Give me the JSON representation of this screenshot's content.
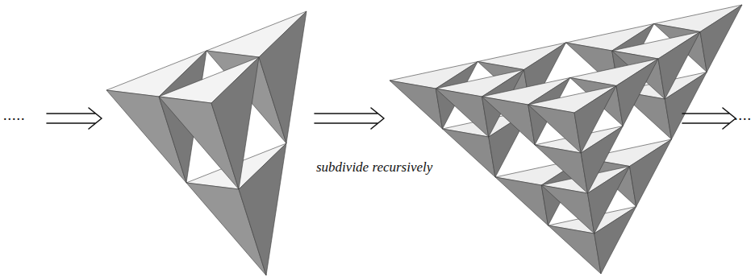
{
  "diagram": {
    "labels": [
      ".....",
      "subdivide recursively",
      "...."
    ]
  }
}
